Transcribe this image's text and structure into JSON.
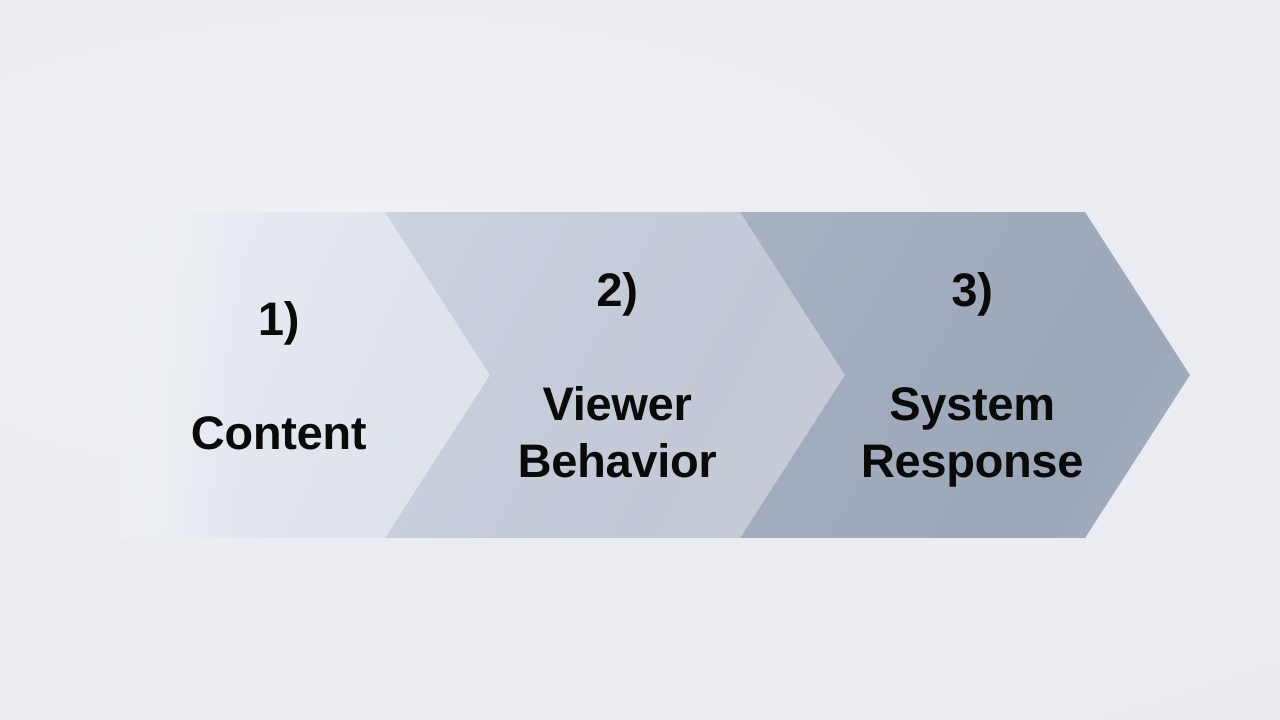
{
  "background": {
    "color": "#edeff3"
  },
  "diagram": {
    "type": "chevron-process-flow",
    "direction": "left-to-right",
    "step_count": 3,
    "text_color": "#0a0a0a",
    "steps": [
      {
        "index_label": "1)",
        "title": "Content",
        "fill_color": "#e3e7ef",
        "name": "content"
      },
      {
        "index_label": "2)",
        "title": "Viewer\nBehavior",
        "fill_color": "#c6cdda",
        "name": "viewer-behavior"
      },
      {
        "index_label": "3)",
        "title": "System\nResponse",
        "fill_color": "#a1abbd",
        "name": "system-response"
      }
    ]
  }
}
